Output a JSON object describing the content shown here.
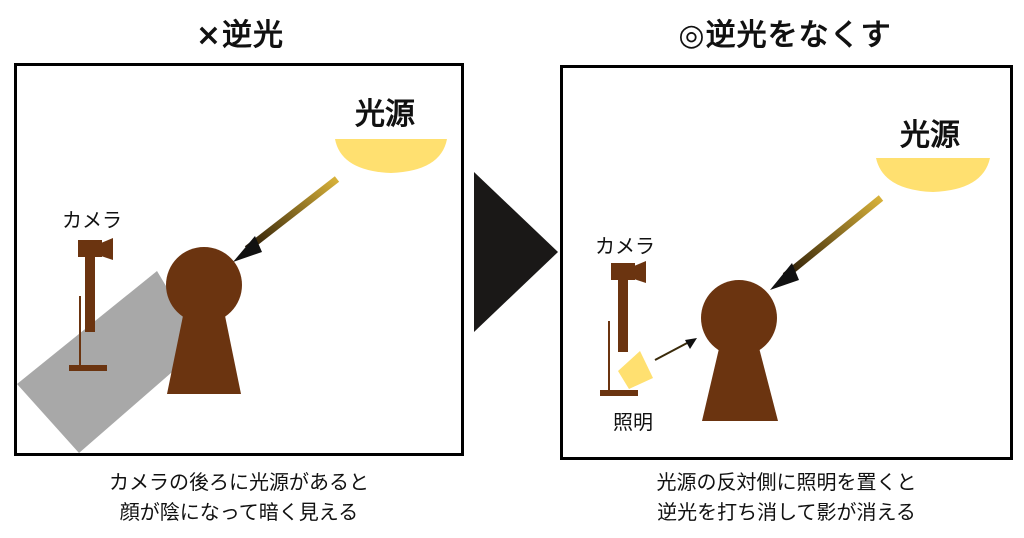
{
  "left": {
    "heading": "×逆光",
    "light_label": "光源",
    "camera_label": "カメラ",
    "caption_line1": "カメラの後ろに光源があると",
    "caption_line2": "顔が陰になって暗く見える"
  },
  "right": {
    "heading": "◎逆光をなくす",
    "light_label": "光源",
    "camera_label": "カメラ",
    "fill_light_label": "照明",
    "caption_line1": "光源の反対側に照明を置くと",
    "caption_line2": "逆光を打ち消して影が消える"
  },
  "colors": {
    "light": "#FFE070",
    "person": "#6B3410",
    "shadow": "#A8A8A8",
    "arrow": "#111111"
  }
}
